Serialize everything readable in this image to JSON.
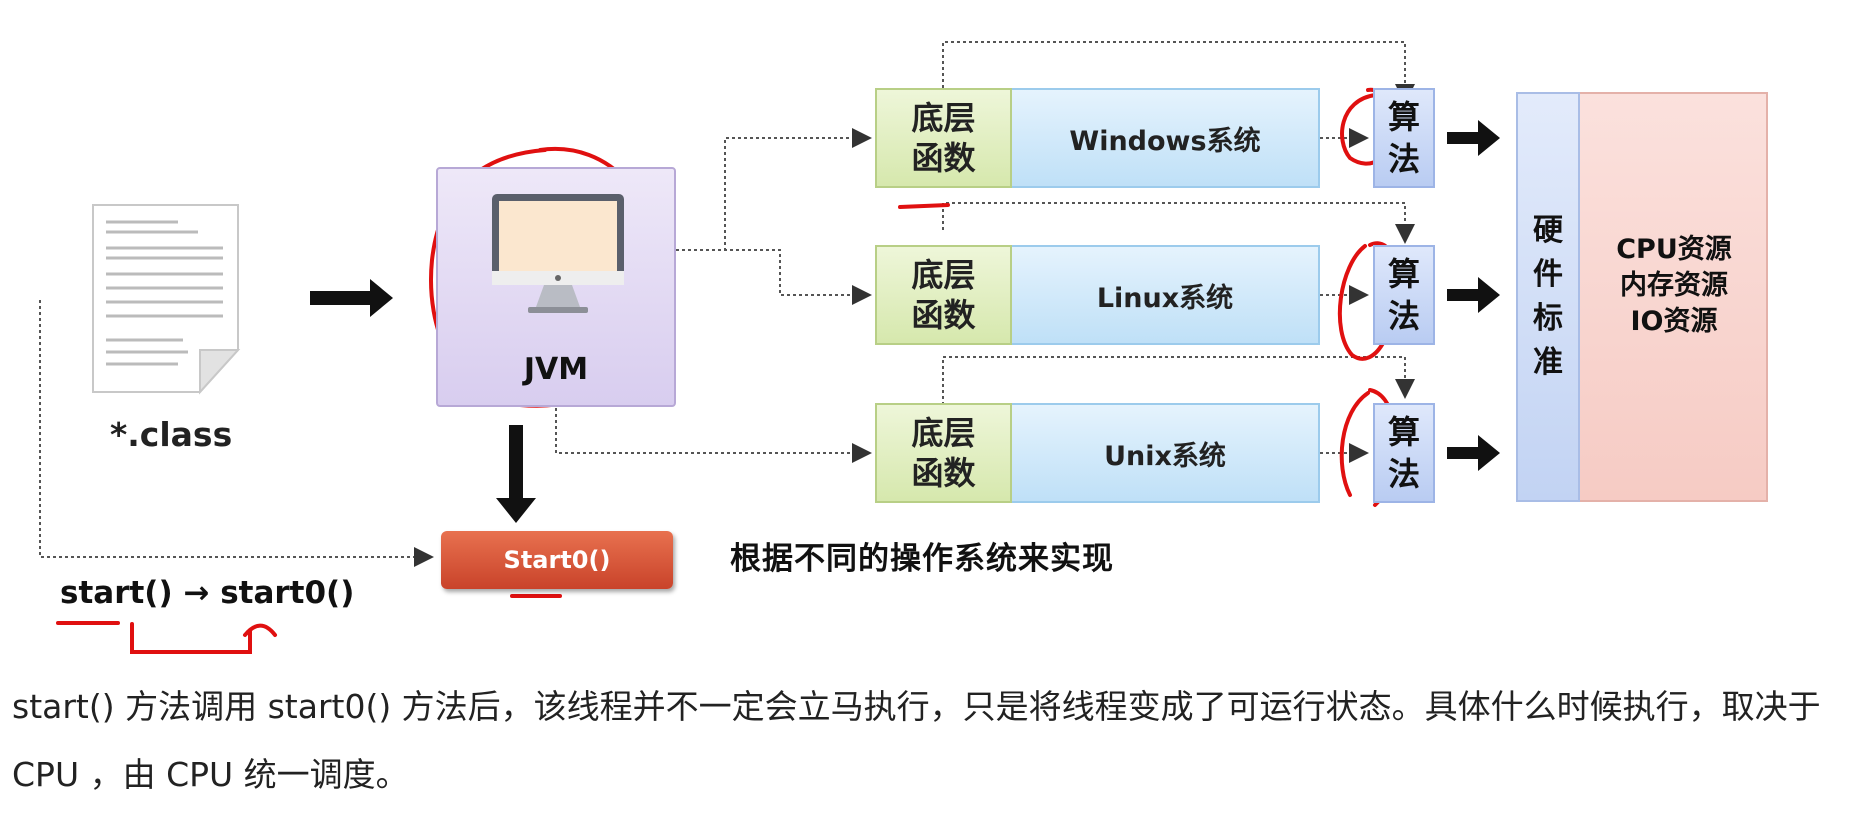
{
  "class_file": {
    "label": "*.class"
  },
  "jvm": {
    "label": "JVM"
  },
  "start0_box": {
    "label": "Start0()"
  },
  "call_sequence": {
    "text": "start() → start0()"
  },
  "os_rows": [
    {
      "func": "底层\n函数",
      "os": "Windows系统",
      "algo": "算\n法"
    },
    {
      "func": "底层\n函数",
      "os": "Linux系统",
      "algo": "算\n法"
    },
    {
      "func": "底层\n函数",
      "os": "Unix系统",
      "algo": "算\n法"
    }
  ],
  "hardware_standard": {
    "label": "硬\n件\n标\n准"
  },
  "resources": {
    "items": [
      "CPU资源",
      "内存资源",
      "IO资源"
    ]
  },
  "caption": {
    "text": "根据不同的操作系统来实现"
  },
  "paragraph": {
    "text": "start() 方法调用 start0() 方法后，该线程并不一定会立马执行，只是将线程变成了可运行状态。具体什么时候执行，取决于 CPU ，由 CPU 统一调度。"
  },
  "colors": {
    "annotation": "#e01010",
    "start0": "#d4553a",
    "marker": "#2e9b3a"
  }
}
